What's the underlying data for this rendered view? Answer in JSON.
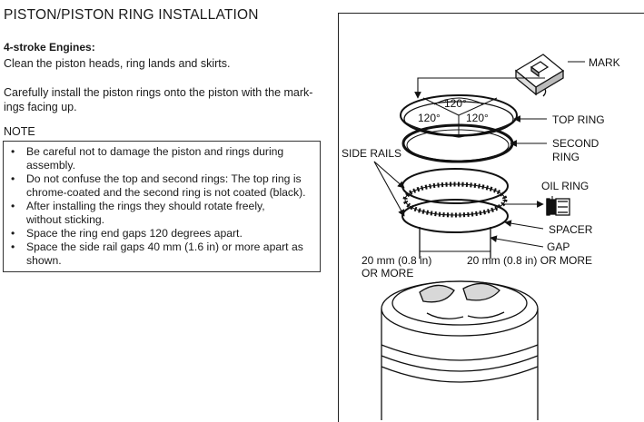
{
  "header": {
    "title": "PISTON/PISTON RING INSTALLATION"
  },
  "section": {
    "subheading": "4-stroke Engines:",
    "paragraph_1": "Clean the piston heads, ring lands and skirts.",
    "paragraph_2": "Carefully install the piston rings onto the piston with the mark-\nings facing up."
  },
  "note": {
    "label": "NOTE",
    "items": [
      {
        "bullet": "•",
        "text": "Be careful not to damage the piston and rings during\nassembly."
      },
      {
        "bullet": "•",
        "text": "Do not confuse the top and second rings: The top ring is\nchrome-coated and the second ring is not coated (black)."
      },
      {
        "bullet": "•",
        "text": "After installing the rings they should rotate freely,\nwithout sticking."
      },
      {
        "bullet": "•",
        "text": "Space the ring end gaps 120 degrees apart."
      },
      {
        "bullet": "•",
        "text": "Space the side rail gaps 40 mm (1.6 in) or more apart as\nshown."
      }
    ]
  },
  "figure": {
    "labels": {
      "mark": "MARK",
      "top_ring": "TOP RING",
      "second_ring_1": "SECOND",
      "second_ring_2": "RING",
      "side_rails": "SIDE RAILS",
      "oil_ring": "OIL RING",
      "spacer": "SPACER",
      "gap": "GAP",
      "dim_left_1": "20 mm (0.8 in)",
      "dim_left_2": "OR MORE",
      "dim_right": "20 mm (0.8 in) OR MORE",
      "angle_top": "120°",
      "angle_left": "120°",
      "angle_right": "120°"
    }
  }
}
